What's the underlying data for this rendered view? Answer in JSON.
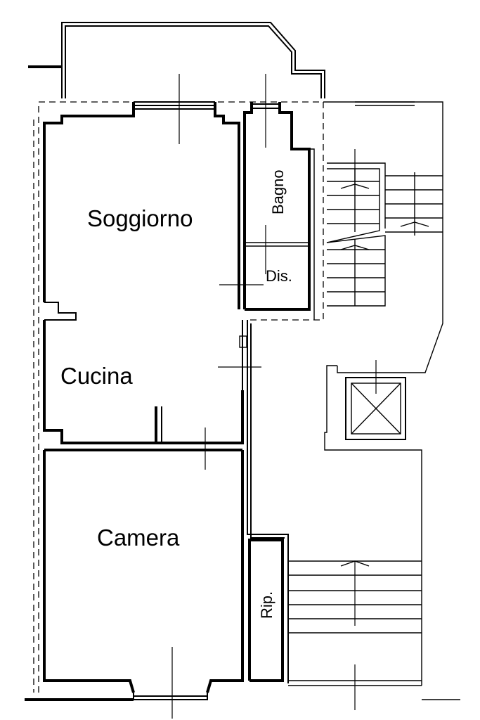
{
  "rooms": {
    "soggiorno": "Soggiorno",
    "cucina": "Cucina",
    "camera": "Camera",
    "bagno": "Bagno",
    "disimpegno": "Dis.",
    "ripostiglio": "Rip."
  },
  "colors": {
    "ink": "#000000",
    "paper": "#ffffff"
  }
}
